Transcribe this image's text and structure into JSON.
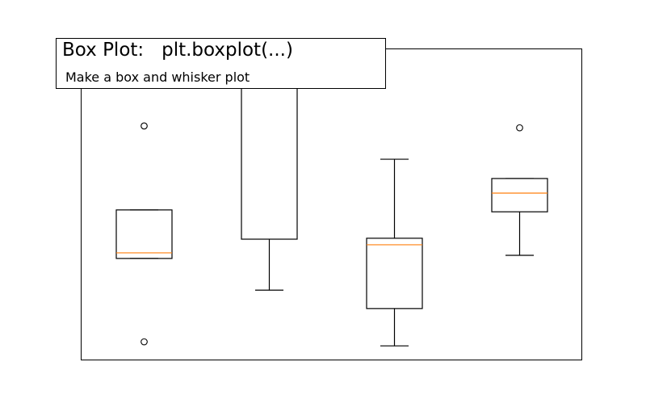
{
  "chart_data": {
    "type": "box",
    "title": "Box Plot:   plt.boxplot(...)",
    "subtitle": "Make a box and whisker plot",
    "xlabel": "",
    "ylabel": "",
    "ylim": [
      0,
      10
    ],
    "xlim": [
      0.5,
      4.5
    ],
    "grid": false,
    "ticks_visible": false,
    "colors": {
      "box": "#000000",
      "median": "#ff7f0e"
    },
    "boxes": [
      {
        "position": 1,
        "whisker_low": 3.25,
        "q1": 3.25,
        "median": 3.43,
        "q3": 4.81,
        "whisker_high": 4.81,
        "outliers": [
          7.51,
          0.57
        ]
      },
      {
        "position": 2,
        "whisker_low": 2.23,
        "q1": 3.87,
        "median": 8.96,
        "q3": 9.22,
        "whisker_high": 9.22,
        "outliers": []
      },
      {
        "position": 3,
        "whisker_low": 0.44,
        "q1": 1.64,
        "median": 3.69,
        "q3": 3.9,
        "whisker_high": 6.44,
        "outliers": []
      },
      {
        "position": 4,
        "whisker_low": 3.35,
        "q1": 4.75,
        "median": 5.35,
        "q3": 5.82,
        "whisker_high": 5.82,
        "outliers": [
          7.45
        ]
      }
    ]
  }
}
